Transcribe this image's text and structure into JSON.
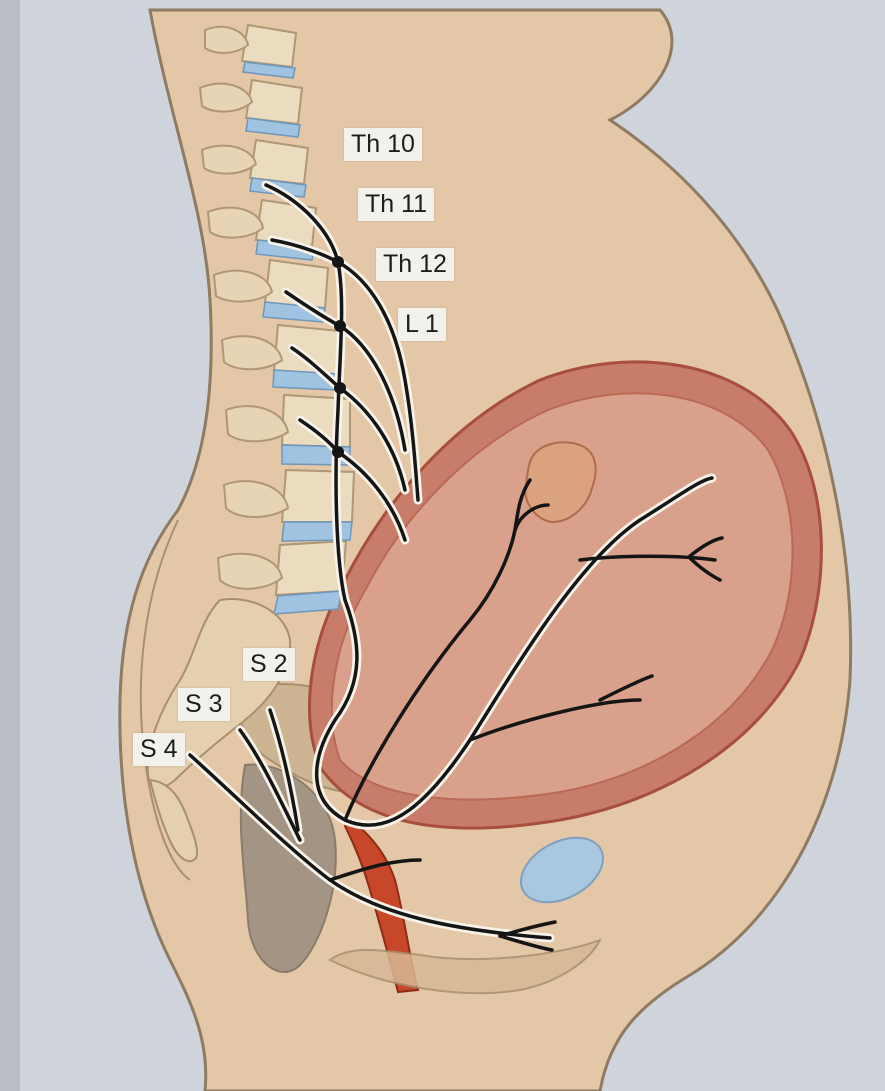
{
  "figure": {
    "segment_labels": {
      "th10": "Th 10",
      "th11": "Th 11",
      "th12": "Th 12",
      "l1": "L 1",
      "s2": "S 2",
      "s3": "S 3",
      "s4": "S 4"
    }
  },
  "colors": {
    "page_background": "#cfd3db",
    "skin": "#e3c7a6",
    "bone": "#e9d8bb",
    "intervertebral_disc": "#9fc3e0",
    "uterus": "#d49a84",
    "uterus_wall": "#b4503e",
    "nerve": "#151515",
    "pelvic_organ": "#9a8c7d",
    "cervix_canal": "#c6472a"
  }
}
